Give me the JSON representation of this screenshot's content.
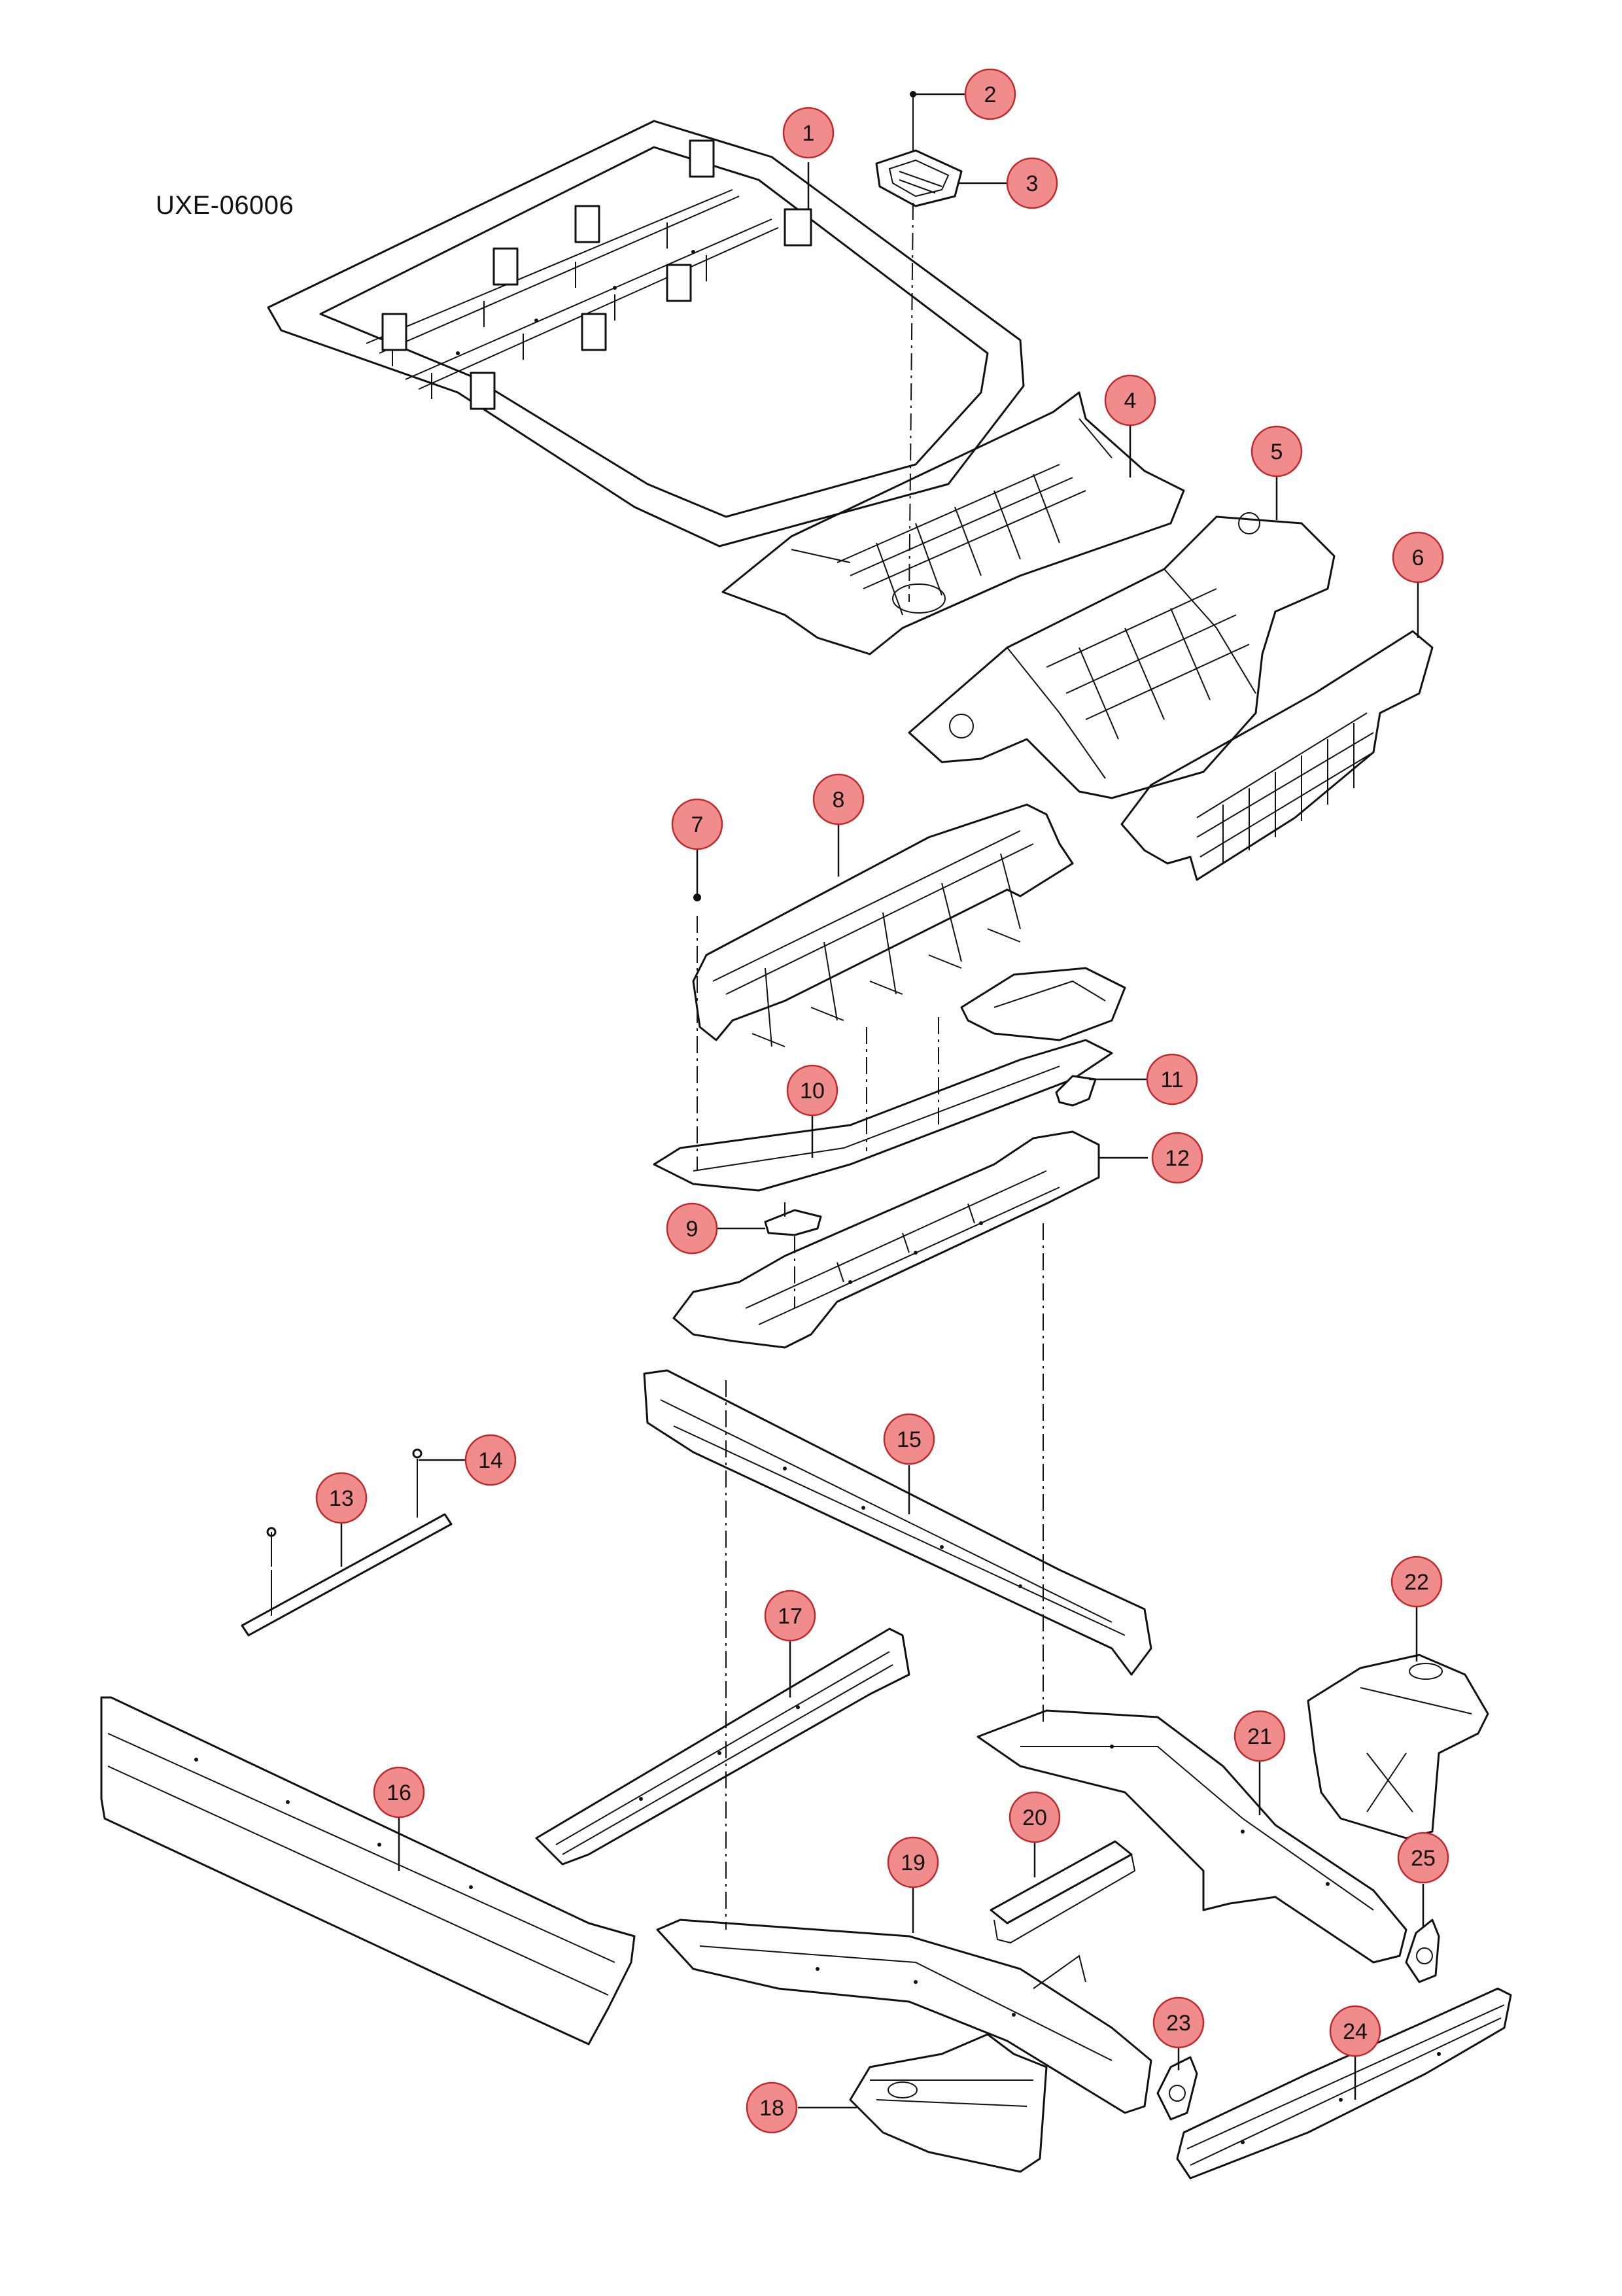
{
  "diagram_code": "UXE-06006",
  "callout_color": "#f08c8c",
  "callouts": [
    {
      "n": "1"
    },
    {
      "n": "2"
    },
    {
      "n": "3"
    },
    {
      "n": "4"
    },
    {
      "n": "5"
    },
    {
      "n": "6"
    },
    {
      "n": "7"
    },
    {
      "n": "8"
    },
    {
      "n": "9"
    },
    {
      "n": "10"
    },
    {
      "n": "11"
    },
    {
      "n": "12"
    },
    {
      "n": "13"
    },
    {
      "n": "14"
    },
    {
      "n": "15"
    },
    {
      "n": "16"
    },
    {
      "n": "17"
    },
    {
      "n": "18"
    },
    {
      "n": "19"
    },
    {
      "n": "20"
    },
    {
      "n": "21"
    },
    {
      "n": "22"
    },
    {
      "n": "23"
    },
    {
      "n": "24"
    },
    {
      "n": "25"
    }
  ]
}
